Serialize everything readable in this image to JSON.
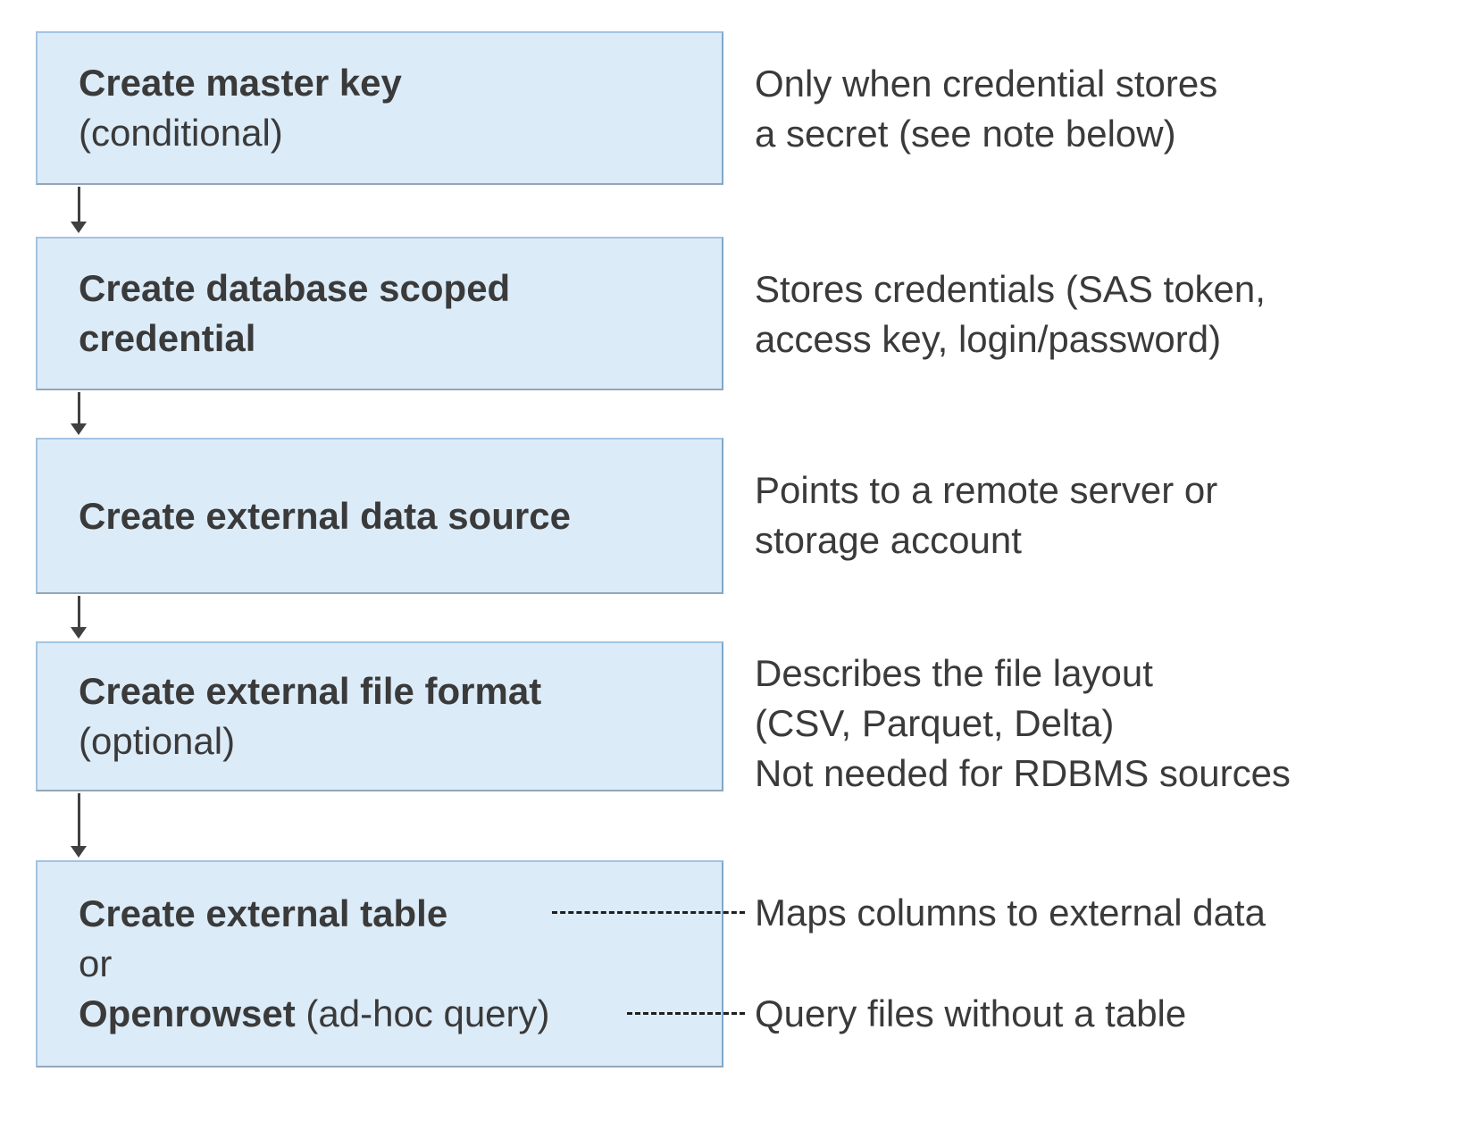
{
  "colors": {
    "box_fill": "#dcebf8",
    "box_border": "#a3c4e3",
    "text": "#3a3a3a",
    "arrow": "#404040"
  },
  "steps": [
    {
      "title": "Create master key",
      "subtitle": "(conditional)",
      "note_lines": [
        "Only when credential stores",
        "a secret (see note below)"
      ]
    },
    {
      "title_lines": [
        "Create database scoped",
        "credential"
      ],
      "note_lines": [
        "Stores credentials (SAS token,",
        "access key, login/password)"
      ]
    },
    {
      "title": "Create external data source",
      "note_lines": [
        "Points to a remote server or",
        "storage account"
      ]
    },
    {
      "title": "Create external file format",
      "subtitle": "(optional)",
      "note_lines": [
        "Describes the file layout",
        "(CSV, Parquet, Delta)",
        "Not needed for RDBMS sources"
      ]
    },
    {
      "option1": "Create external table",
      "conjunction": "or",
      "option2_bold": "Openrowset",
      "option2_rest": "(ad-hoc query)",
      "note_table": "Maps columns to external data",
      "note_openrowset": "Query files without a table"
    }
  ]
}
